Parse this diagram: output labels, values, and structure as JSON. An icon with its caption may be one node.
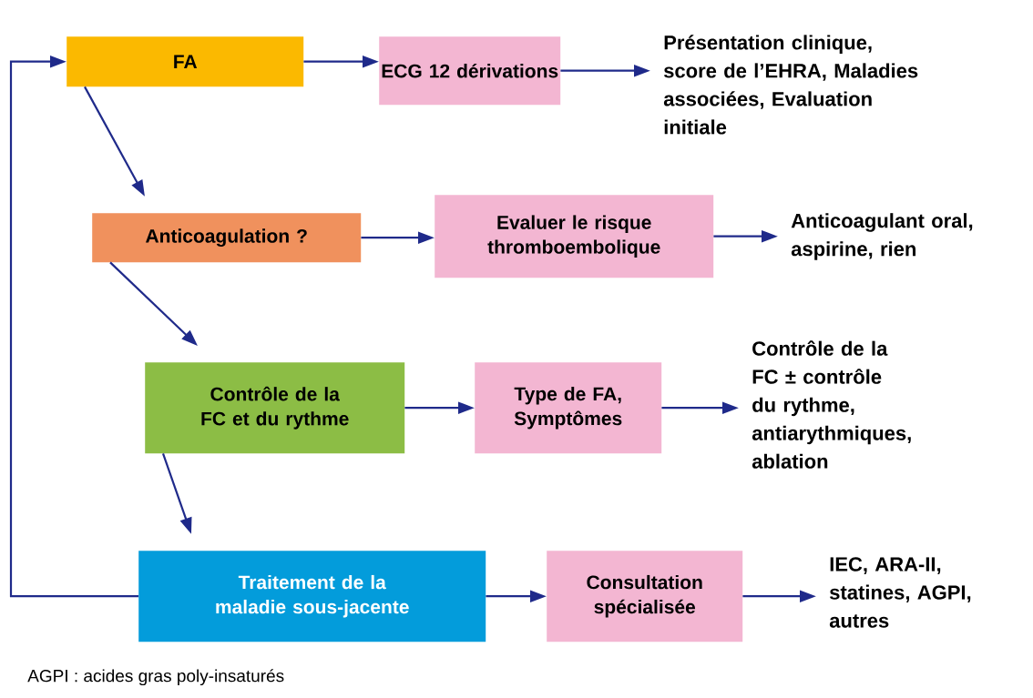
{
  "diagram": {
    "nodes": [
      {
        "text": [
          "FA"
        ]
      },
      {
        "text": [
          "ECG 12 dérivations"
        ]
      },
      {
        "text": [
          "Présentation clinique, score de l’EHRA, Maladies associées, Evaluation initiale"
        ]
      },
      {
        "text": [
          "Anticoagulation ?"
        ]
      },
      {
        "text": [
          "Evaluer le risque thromboembolique"
        ]
      },
      {
        "text": [
          "Anticoagulant oral, aspirine, rien"
        ]
      },
      {
        "text": [
          "Contrôle de la FC et du rythme"
        ]
      },
      {
        "text": [
          "Type de FA, Symptômes"
        ]
      },
      {
        "text": [
          "Contrôle de la FC ± contrôle du rythme, antiarythmiques, ablation"
        ]
      },
      {
        "text": [
          "Traitement de la maladie sous-jacente"
        ]
      },
      {
        "text": [
          "Consultation spécialisée"
        ]
      },
      {
        "text": [
          "IEC, ARA-II, statines, AGPI, autres"
        ]
      }
    ],
    "edges": [
      {
        "from": 0,
        "to": 1,
        "arrow": "to"
      },
      {
        "from": 1,
        "to": 2,
        "arrow": "to"
      },
      {
        "from": 0,
        "to": 3,
        "arrow": "to"
      },
      {
        "from": 3,
        "to": 4,
        "arrow": "to"
      },
      {
        "from": 4,
        "to": 5,
        "arrow": "to"
      },
      {
        "from": 3,
        "to": 6,
        "arrow": "to"
      },
      {
        "from": 6,
        "to": 7,
        "arrow": "to"
      },
      {
        "from": 7,
        "to": 8,
        "arrow": "to"
      },
      {
        "from": 6,
        "to": 9,
        "arrow": "to"
      },
      {
        "from": 9,
        "to": 10,
        "arrow": "to"
      },
      {
        "from": 10,
        "to": 11,
        "arrow": "to"
      },
      {
        "from": 9,
        "to": 0,
        "arrow": "to"
      }
    ],
    "labels": [
      "AGPI : acides gras poly-insaturés"
    ]
  }
}
